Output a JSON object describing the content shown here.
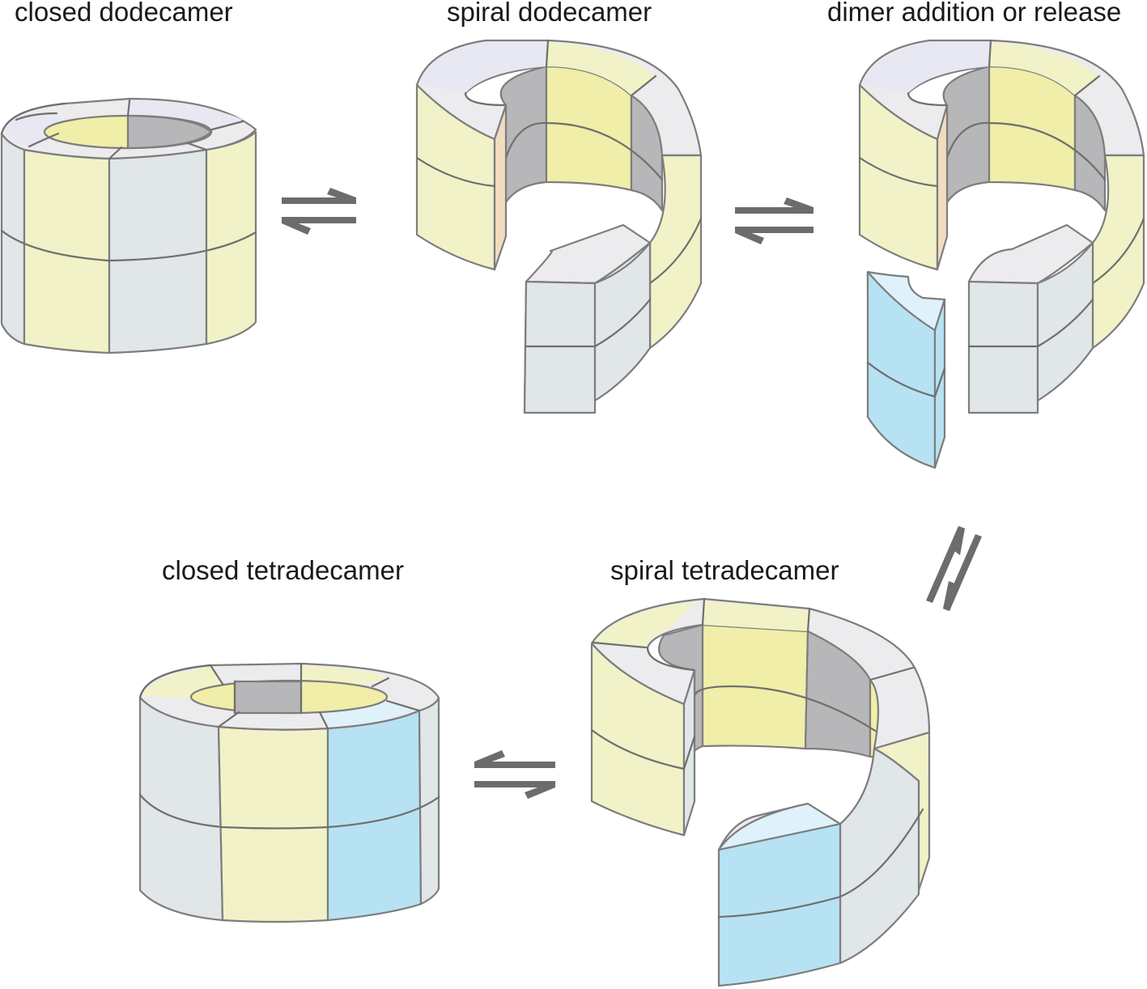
{
  "labels": {
    "closed_dodecamer": "closed dodecamer",
    "spiral_dodecamer": "spiral dodecamer",
    "dimer_addition": "dimer addition or release",
    "closed_tetradecamer": "closed tetradecamer",
    "spiral_tetradecamer": "spiral tetradecamer"
  },
  "colors": {
    "yellow": "#f1f2c7",
    "yellow_strong": "#f0eea8",
    "grey_blue": "#e1e6e8",
    "top_grey": "#ececee",
    "lilac": "#e8e8f2",
    "inner_dark": "#b7b7ba",
    "blue": "#b6e2f4",
    "blue_light": "#dff1fa",
    "tan": "#f2dcc0",
    "edge": "#7d7d7d",
    "arrow": "#6c6c6c"
  }
}
